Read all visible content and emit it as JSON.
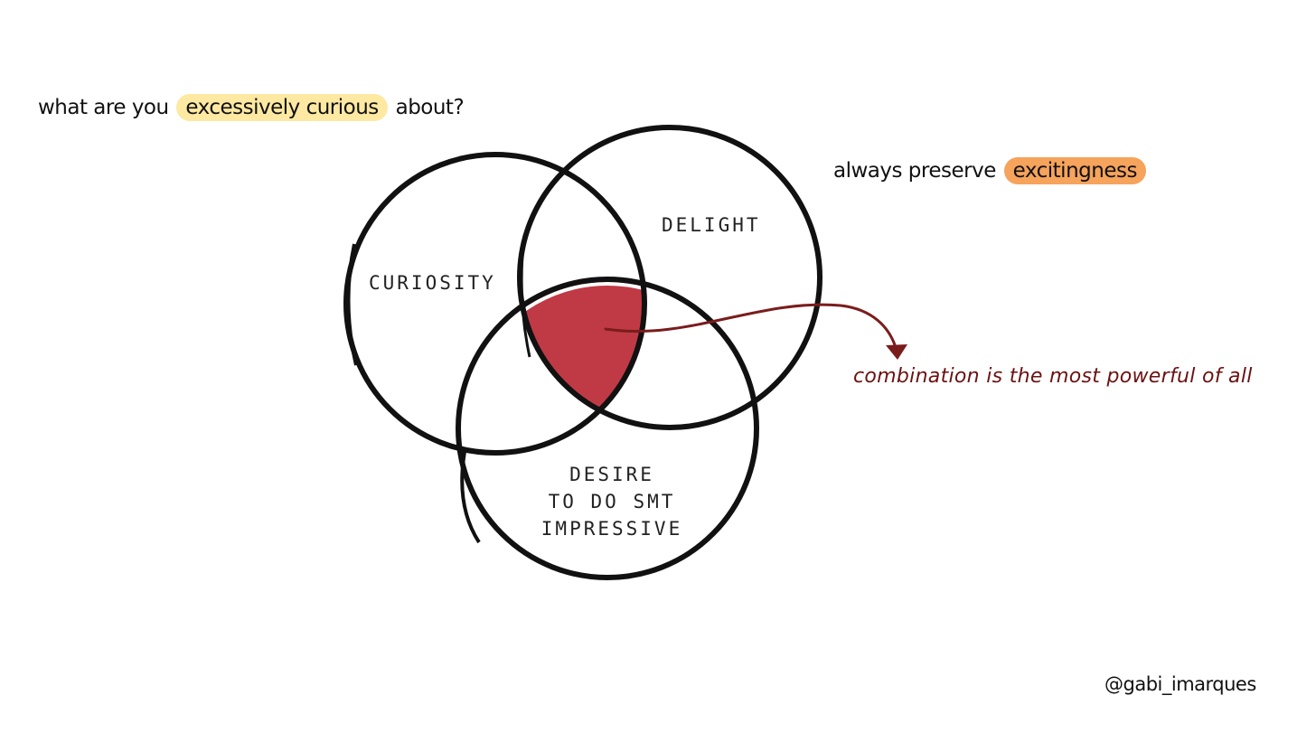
{
  "notes": {
    "question": {
      "before": "what are you",
      "highlight": "excessively curious",
      "after": "about?",
      "highlight_color": "#fde9a2"
    },
    "preserve": {
      "before": "always preserve",
      "highlight": "excitingness",
      "highlight_color": "#f6a35c"
    },
    "combination": "combination is the most powerful of all",
    "handle": "@gabi_imarques"
  },
  "circles": {
    "curiosity": "CURIOSITY",
    "delight": "DELIGHT",
    "desire": [
      "DESIRE",
      "TO DO SMT",
      "IMPRESSIVE"
    ]
  },
  "colors": {
    "outline": "#111111",
    "intersection": "#c03a45",
    "arrow": "#7a1c1c",
    "combination_text": "#6b1212"
  }
}
